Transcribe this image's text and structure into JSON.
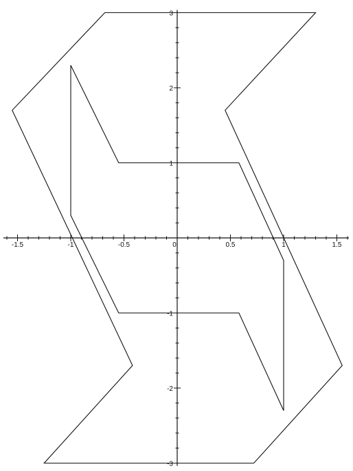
{
  "chart_data": {
    "type": "line",
    "title": "",
    "xlabel": "",
    "ylabel": "",
    "xlim": [
      -1.6,
      1.6
    ],
    "ylim": [
      -3,
      3
    ],
    "grid": false,
    "legend": "none",
    "x_tick_labels": [
      {
        "value": -1.5,
        "label": "-1.5"
      },
      {
        "value": -1,
        "label": "-1"
      },
      {
        "value": -0.5,
        "label": "-0.5"
      },
      {
        "value": 0,
        "label": "0"
      },
      {
        "value": 0.5,
        "label": "0.5"
      },
      {
        "value": 1,
        "label": "1"
      },
      {
        "value": 1.5,
        "label": "1.5"
      }
    ],
    "y_tick_labels": [
      {
        "value": 3,
        "label": "3"
      },
      {
        "value": 2,
        "label": "2"
      },
      {
        "value": 1,
        "label": "1"
      },
      {
        "value": -1,
        "label": "-1"
      },
      {
        "value": -2,
        "label": "-2"
      },
      {
        "value": -3,
        "label": "-3"
      }
    ],
    "x_minor_step": 0.1,
    "y_minor_step": 0.2,
    "line_color": "#111111",
    "series": [
      {
        "closed": true,
        "points": [
          [
            -0.68,
            3.0
          ],
          [
            -1.55,
            1.7
          ],
          [
            -0.42,
            -1.7
          ],
          [
            -1.25,
            -3.0
          ],
          [
            0.72,
            -3.0
          ],
          [
            1.55,
            -1.7
          ],
          [
            0.45,
            1.7
          ],
          [
            1.3,
            3.0
          ]
        ]
      },
      {
        "closed": true,
        "points": [
          [
            -1.0,
            2.3
          ],
          [
            -0.55,
            1.0
          ],
          [
            0.58,
            1.0
          ],
          [
            1.0,
            -0.3
          ],
          [
            1.0,
            -2.3
          ],
          [
            0.58,
            -1.0
          ],
          [
            -0.55,
            -1.0
          ],
          [
            -1.0,
            0.3
          ]
        ]
      }
    ]
  }
}
